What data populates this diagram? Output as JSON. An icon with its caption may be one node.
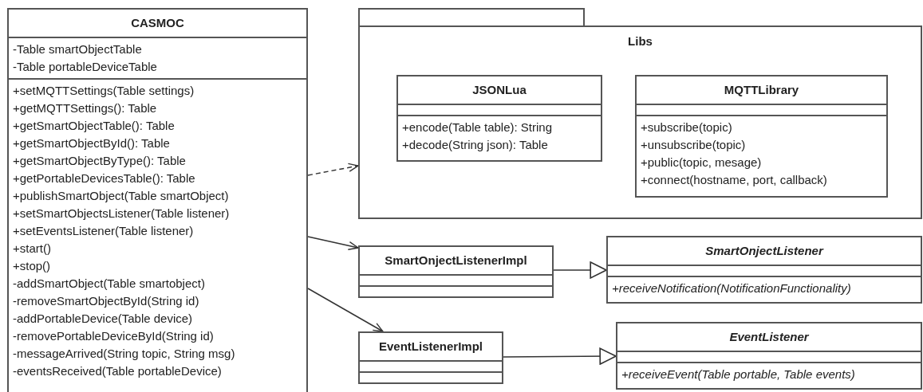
{
  "diagram": {
    "nodes": [
      {
        "text": [
          "CASMOC",
          "-Table smartObjectTable",
          "-Table portableDeviceTable",
          "+setMQTTSettings(Table settings)",
          "+getMQTTSettings(): Table",
          "+getSmartObjectTable(): Table",
          "+getSmartObjectById(): Table",
          "+getSmartObjectByType(): Table",
          "+getPortableDevicesTable(): Table",
          "+publishSmartObject(Table smartObject)",
          "+setSmartObjectsListener(Table listener)",
          "+setEventsListener(Table listener)",
          "+start()",
          "+stop()",
          "-addSmartObject(Table smartobject)",
          "-removeSmartObjectById(String id)",
          "-addPortableDevice(Table device)",
          "-removePortableDeviceById(String id)",
          "-messageArrived(String topic, String msg)",
          "-eventsReceived(Table portableDevice)"
        ]
      },
      {
        "text": [
          "Libs"
        ]
      },
      {
        "text": [
          "JSONLua",
          "+encode(Table table): String",
          "+decode(String json): Table"
        ],
        "in": 1
      },
      {
        "text": [
          "MQTTLibrary",
          "+subscribe(topic)",
          "+unsubscribe(topic)",
          "+public(topic, mesage)",
          "+connect(hostname, port, callback)"
        ],
        "in": 1
      },
      {
        "text": [
          "SmartOnjectListenerImpl"
        ]
      },
      {
        "text": [
          "SmartOnjectListener",
          "+receiveNotification(NotificationFunctionality)"
        ]
      },
      {
        "text": [
          "EventListenerImpl"
        ]
      },
      {
        "text": [
          "EventListener",
          "+receiveEvent(Table portable, Table events)"
        ]
      }
    ],
    "edges": [
      {
        "from": 0,
        "to": 1,
        "arrow": "to",
        "style": "dashed"
      },
      {
        "from": 0,
        "to": 4,
        "arrow": "to"
      },
      {
        "from": 0,
        "to": 6,
        "arrow": "to"
      },
      {
        "from": 4,
        "to": 5,
        "arrow": "to"
      },
      {
        "from": 6,
        "to": 7,
        "arrow": "to"
      }
    ]
  }
}
